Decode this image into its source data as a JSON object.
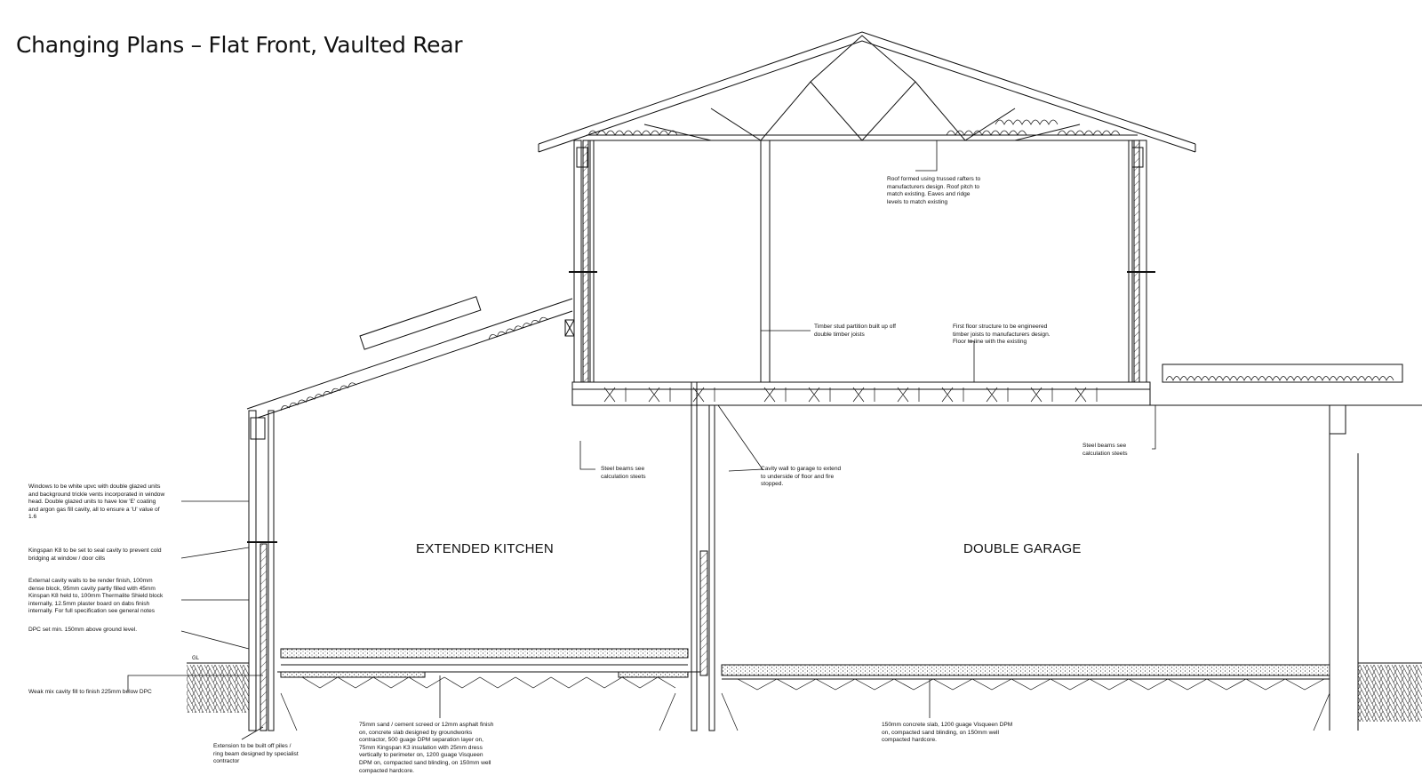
{
  "title": "Changing Plans – Flat Front, Vaulted Rear",
  "rooms": {
    "kitchen": "EXTENDED KITCHEN",
    "garage": "DOUBLE GARAGE"
  },
  "ground_marker": "GL",
  "notes": {
    "roof": "Roof formed using trussed rafters to\nmanufacturers design.  Roof pitch to\nmatch existing.  Eaves and ridge\nlevels to match existing",
    "partition": "Timber stud partition built up off\ndouble timber joists",
    "first_floor": "First floor structure to be engineered\ntimber joists to manufacturers design.\nFloor to line with the existing",
    "steel_left": "Steel beams see\ncalculation steets",
    "cavity_garage": "Cavity wall to garage to extend\nto underside of floor and fire\nstopped.",
    "steel_right": "Steel beams see\ncalculation steets",
    "windows": "Windows to be white upvc with double glazed units\nand background trickle vents incorporated in window\nhead.  Double glazed units to have low 'E' coating\nand argon gas fill cavity, all to ensure a 'U' value of\n1.6",
    "kingspan_k8": "Kingspan K8 to be set to seal cavity to prevent cold\nbridging at window / door cills",
    "external_walls": "External cavity walls to be render finish, 100mm\ndense block, 95mm cavity partly filled with 45mm\nKinspan K8 held to, 100mm Thermalite Shield block\ninternally, 12.5mm plaster board on dabs finish\ninternally.  For full specification see general notes",
    "dpc": "DPC set min. 150mm above ground level.",
    "weak_mix": "Weak mix cavity fill to finish 225mm below DPC",
    "piles": "Extension to be built off piles /\nring beam designed by specialist\ncontractor",
    "kitchen_floor": "75mm sand / cement screed or 12mm asphalt finish\non, concrete slab designed by groundworks\ncontractor, 500 guage DPM separation layer on,\n75mm Kingspan K3 insulation with 25mm dress\nvertically to perimeter on, 1200 guage Visqueen\nDPM on, compacted sand blinding, on 150mm well\ncompacted hardcore.",
    "garage_floor": "150mm concrete slab, 1200 guage Visqueen DPM\non, compacted sand blinding, on 150mm well\ncompacted hardcore."
  }
}
